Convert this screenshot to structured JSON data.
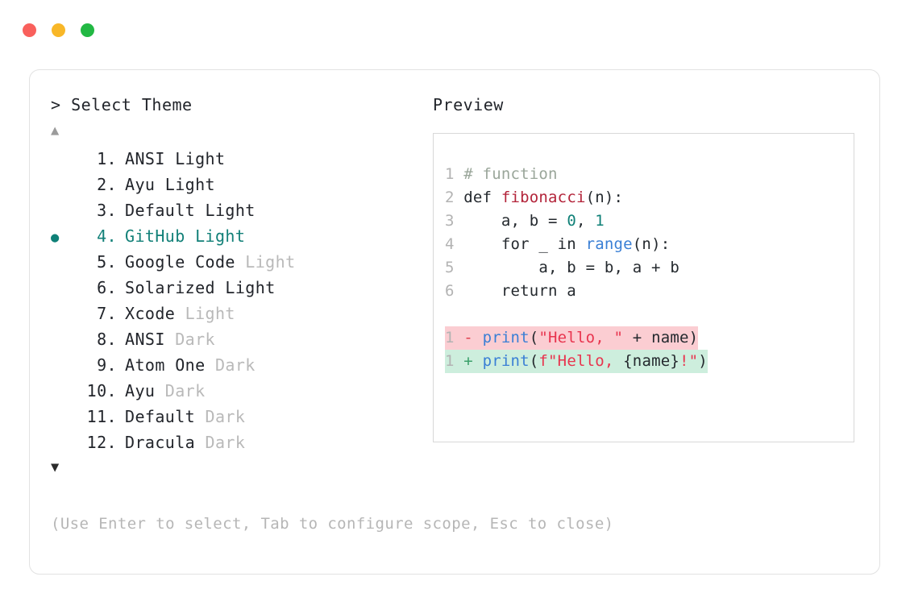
{
  "window": {
    "traffic_lights": [
      {
        "name": "close",
        "color": "#f9605c"
      },
      {
        "name": "minimize",
        "color": "#f8b728"
      },
      {
        "name": "maximize",
        "color": "#22b843"
      }
    ]
  },
  "selector": {
    "prompt": "> Select Theme",
    "scroll_up_icon": "▲",
    "scroll_down_icon": "▼",
    "selected_index": 4,
    "bullet_icon": "●",
    "accent_color": "#128078",
    "items": [
      {
        "index": "1.",
        "name": "ANSI",
        "suffix": "Light",
        "suffix_muted": false,
        "selected": false
      },
      {
        "index": "2.",
        "name": "Ayu",
        "suffix": "Light",
        "suffix_muted": false,
        "selected": false
      },
      {
        "index": "3.",
        "name": "Default",
        "suffix": "Light",
        "suffix_muted": false,
        "selected": false
      },
      {
        "index": "4.",
        "name": "GitHub",
        "suffix": "Light",
        "suffix_muted": false,
        "selected": true
      },
      {
        "index": "5.",
        "name": "Google Code",
        "suffix": "Light",
        "suffix_muted": true,
        "selected": false
      },
      {
        "index": "6.",
        "name": "Solarized",
        "suffix": "Light",
        "suffix_muted": false,
        "selected": false
      },
      {
        "index": "7.",
        "name": "Xcode",
        "suffix": "Light",
        "suffix_muted": true,
        "selected": false
      },
      {
        "index": "8.",
        "name": "ANSI",
        "suffix": "Dark",
        "suffix_muted": true,
        "selected": false
      },
      {
        "index": "9.",
        "name": "Atom One",
        "suffix": "Dark",
        "suffix_muted": true,
        "selected": false
      },
      {
        "index": "10.",
        "name": "Ayu",
        "suffix": "Dark",
        "suffix_muted": true,
        "selected": false
      },
      {
        "index": "11.",
        "name": "Default",
        "suffix": "Dark",
        "suffix_muted": true,
        "selected": false
      },
      {
        "index": "12.",
        "name": "Dracula",
        "suffix": "Dark",
        "suffix_muted": true,
        "selected": false
      }
    ],
    "help": "(Use Enter to select, Tab to configure scope, Esc to close)"
  },
  "preview": {
    "label": "Preview",
    "code_lines": [
      {
        "ln": "1",
        "tokens": [
          {
            "t": "# function",
            "k": "comment"
          }
        ]
      },
      {
        "ln": "2",
        "tokens": [
          {
            "t": "def ",
            "k": "kw"
          },
          {
            "t": "fibonacci",
            "k": "fndef"
          },
          {
            "t": "(n):",
            "k": "plain"
          }
        ]
      },
      {
        "ln": "3",
        "tokens": [
          {
            "t": "    a, b = ",
            "k": "plain"
          },
          {
            "t": "0",
            "k": "num"
          },
          {
            "t": ", ",
            "k": "plain"
          },
          {
            "t": "1",
            "k": "num"
          }
        ]
      },
      {
        "ln": "4",
        "tokens": [
          {
            "t": "    for _ in ",
            "k": "plain"
          },
          {
            "t": "range",
            "k": "builtin"
          },
          {
            "t": "(n):",
            "k": "plain"
          }
        ]
      },
      {
        "ln": "5",
        "tokens": [
          {
            "t": "        a, b = b, a + b",
            "k": "plain"
          }
        ]
      },
      {
        "ln": "6",
        "tokens": [
          {
            "t": "    return a",
            "k": "plain"
          }
        ]
      }
    ],
    "diff_lines": [
      {
        "ln": "1",
        "kind": "del",
        "marker": "-",
        "tokens": [
          {
            "t": "print",
            "k": "builtin"
          },
          {
            "t": "(",
            "k": "plain"
          },
          {
            "t": "\"Hello, \"",
            "k": "str"
          },
          {
            "t": " + name)",
            "k": "plain"
          }
        ]
      },
      {
        "ln": "1",
        "kind": "add",
        "marker": "+",
        "tokens": [
          {
            "t": "print",
            "k": "builtin"
          },
          {
            "t": "(",
            "k": "plain"
          },
          {
            "t": "f\"Hello, ",
            "k": "str"
          },
          {
            "t": "{name}",
            "k": "plain"
          },
          {
            "t": "!\"",
            "k": "str"
          },
          {
            "t": ")",
            "k": "plain"
          }
        ]
      }
    ]
  }
}
